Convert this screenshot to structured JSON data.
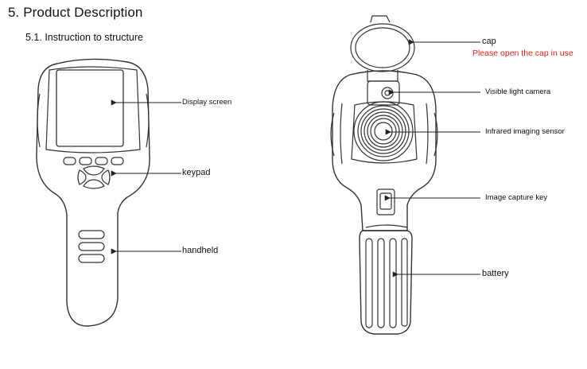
{
  "section_title": "5. Product Description",
  "subsection_title": "5.1. Instruction to structure",
  "front_labels": {
    "display": "Display screen",
    "keypad": "keypad",
    "handheld": "handheld"
  },
  "back_labels": {
    "cap": "cap",
    "cap_note": "Please open the cap in use",
    "camera": "Visible light camera",
    "sensor": "Infrared imaging sensor",
    "capture": "Image capture key",
    "battery": "battery"
  },
  "colors": {
    "note": "#e0201a",
    "line": "#222222"
  }
}
